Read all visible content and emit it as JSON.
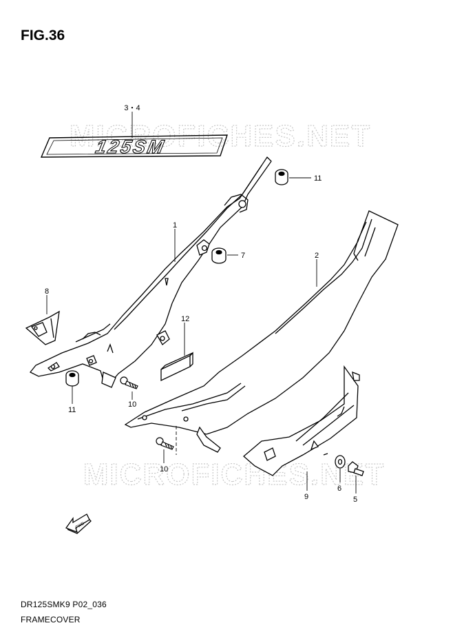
{
  "figure": {
    "title": "FIG.36",
    "code": "DR125SMK9 P02_036",
    "name": "FRAMECOVER"
  },
  "watermark": {
    "text": "MICROFICHES.NET",
    "color": "#c8c8c8"
  },
  "emblem": {
    "text": "125SM"
  },
  "callouts": {
    "c34": "3・4",
    "c11a": "11",
    "c1": "1",
    "c7": "7",
    "c2": "2",
    "c8": "8",
    "c12": "12",
    "c11b": "11",
    "c10a": "10",
    "c10b": "10",
    "c9": "9",
    "c6": "6",
    "c5": "5"
  },
  "front_arrow": {
    "text": "FWD",
    "icon": "front-direction-arrow-icon"
  },
  "colors": {
    "line": "#000000",
    "background": "#ffffff",
    "watermark": "#c8c8c8"
  }
}
